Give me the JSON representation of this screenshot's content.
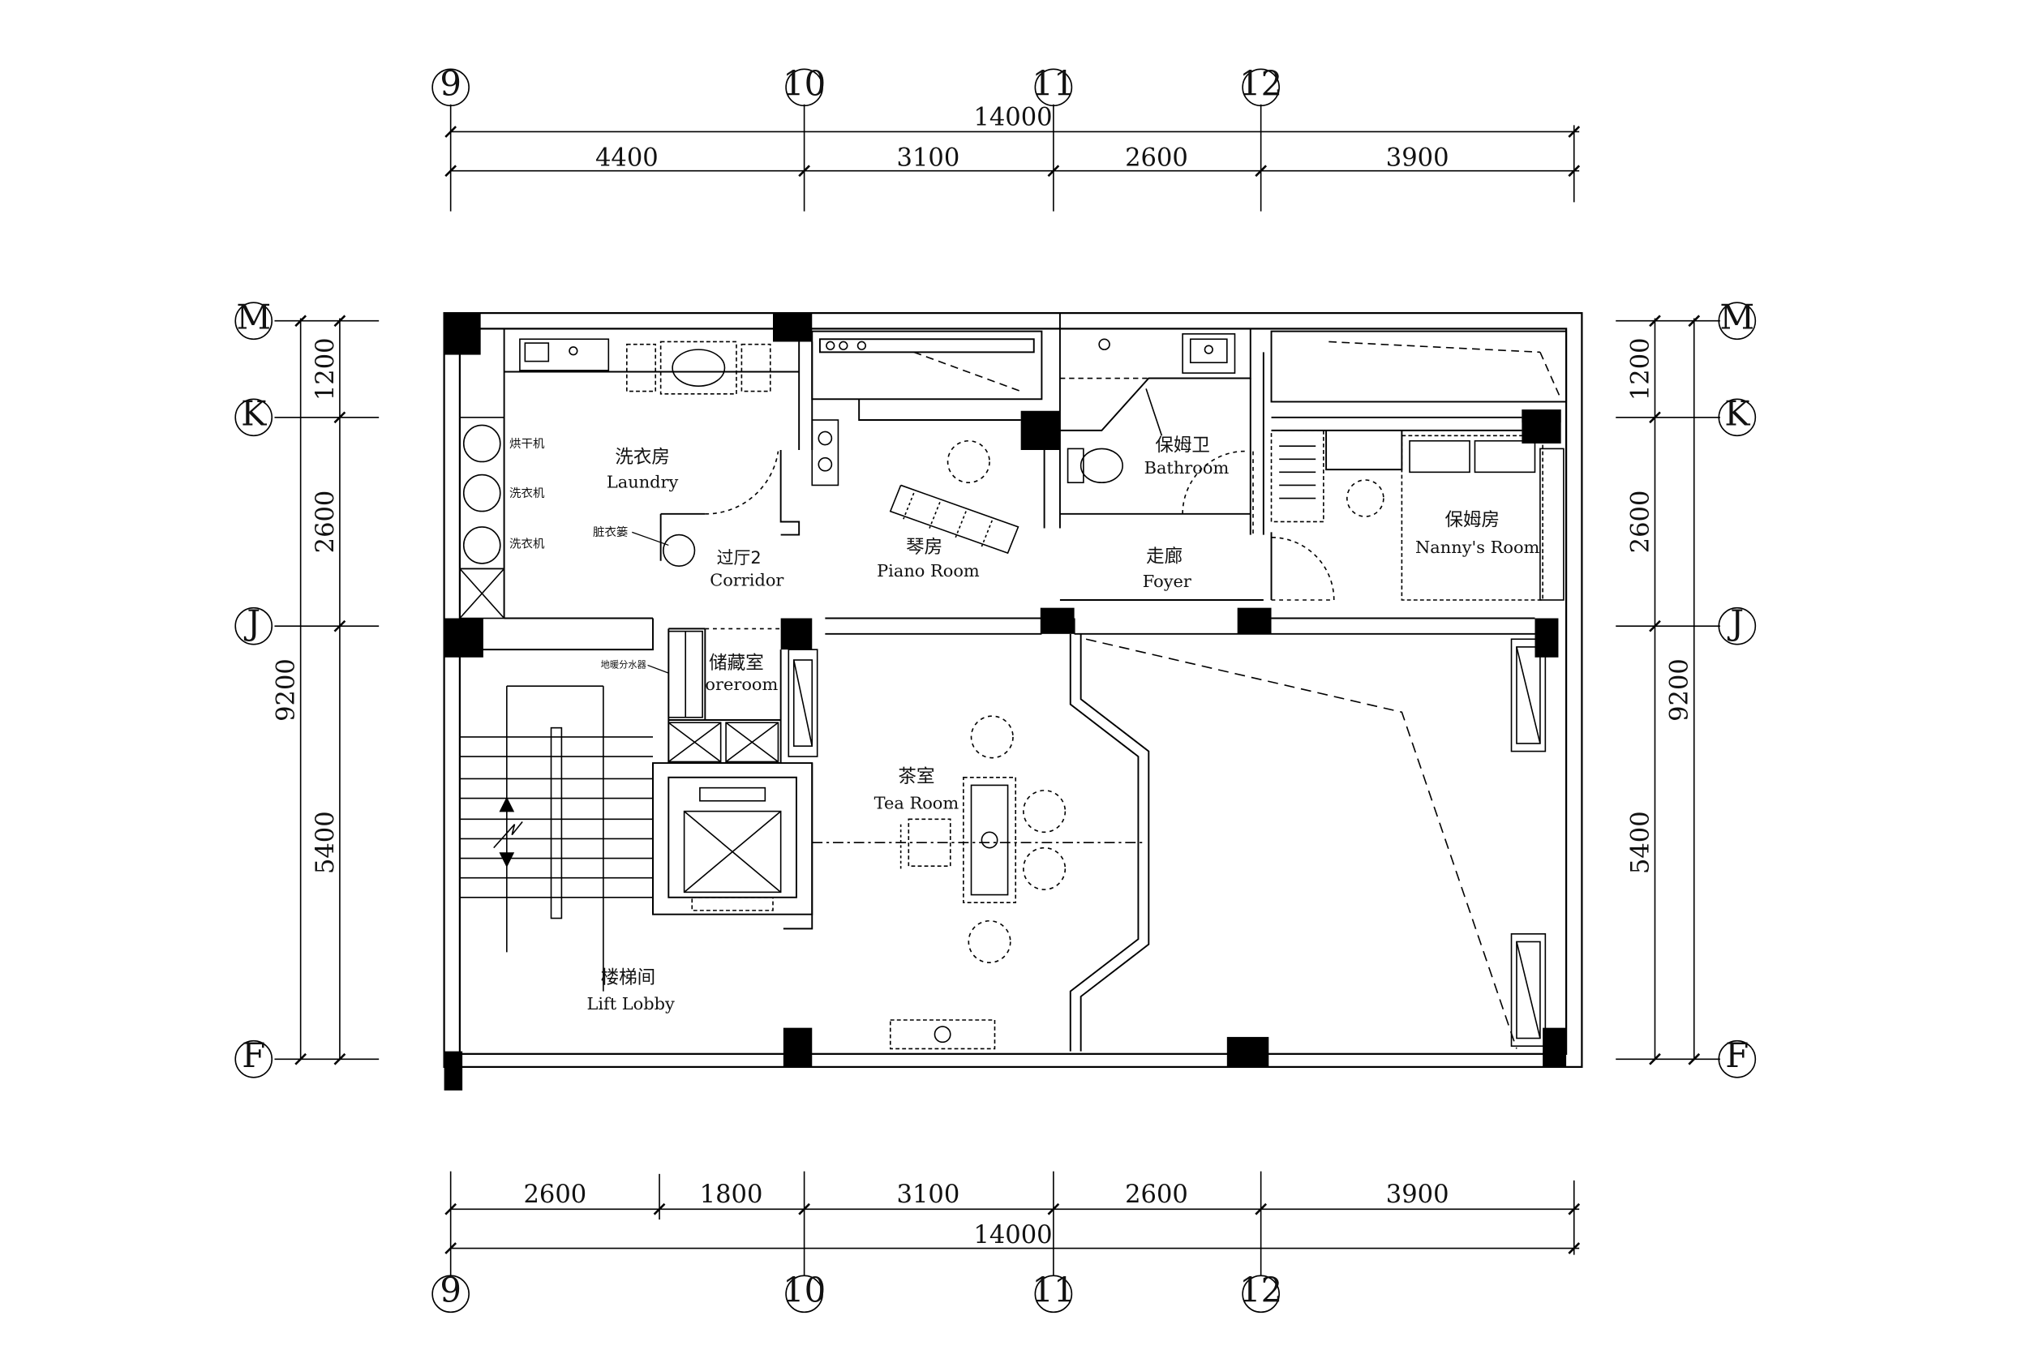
{
  "drawing": {
    "top_axes": [
      "9",
      "10",
      "11",
      "12"
    ],
    "bottom_axes": [
      "9",
      "10",
      "11",
      "12"
    ],
    "side_axes": [
      "M",
      "K",
      "J",
      "F"
    ],
    "top_dims": {
      "total": "14000",
      "segments": [
        "4400",
        "3100",
        "2600",
        "3900"
      ]
    },
    "bottom_dims": {
      "total": "14000",
      "segments": [
        "2600",
        "1800",
        "3100",
        "2600",
        "3900"
      ]
    },
    "left_dims": {
      "total": "9200",
      "segments": [
        "1200",
        "2600",
        "5400"
      ]
    },
    "right_dims": {
      "total": "9200",
      "segments": [
        "1200",
        "2600",
        "5400"
      ]
    }
  },
  "rooms": {
    "laundry": {
      "cn": "洗衣房",
      "en": "Laundry"
    },
    "corridor": {
      "cn": "过厅2",
      "en": "Corridor"
    },
    "piano": {
      "cn": "琴房",
      "en": "Piano Room"
    },
    "bathroom": {
      "cn": "保姆卫",
      "en": "Bathroom"
    },
    "foyer": {
      "cn": "走廊",
      "en": "Foyer"
    },
    "nanny": {
      "cn": "保姆房",
      "en": "Nanny's Room"
    },
    "storeroom": {
      "cn": "储藏室",
      "en": "oreroom"
    },
    "tea": {
      "cn": "茶室",
      "en": "Tea Room"
    },
    "lift": {
      "cn": "楼梯间",
      "en": "Lift Lobby"
    }
  },
  "annotations": {
    "dryer": "烘干机",
    "washer1": "洗衣机",
    "washer2": "洗衣机",
    "basket": "脏衣篓",
    "manifold": "地暖分水器"
  }
}
